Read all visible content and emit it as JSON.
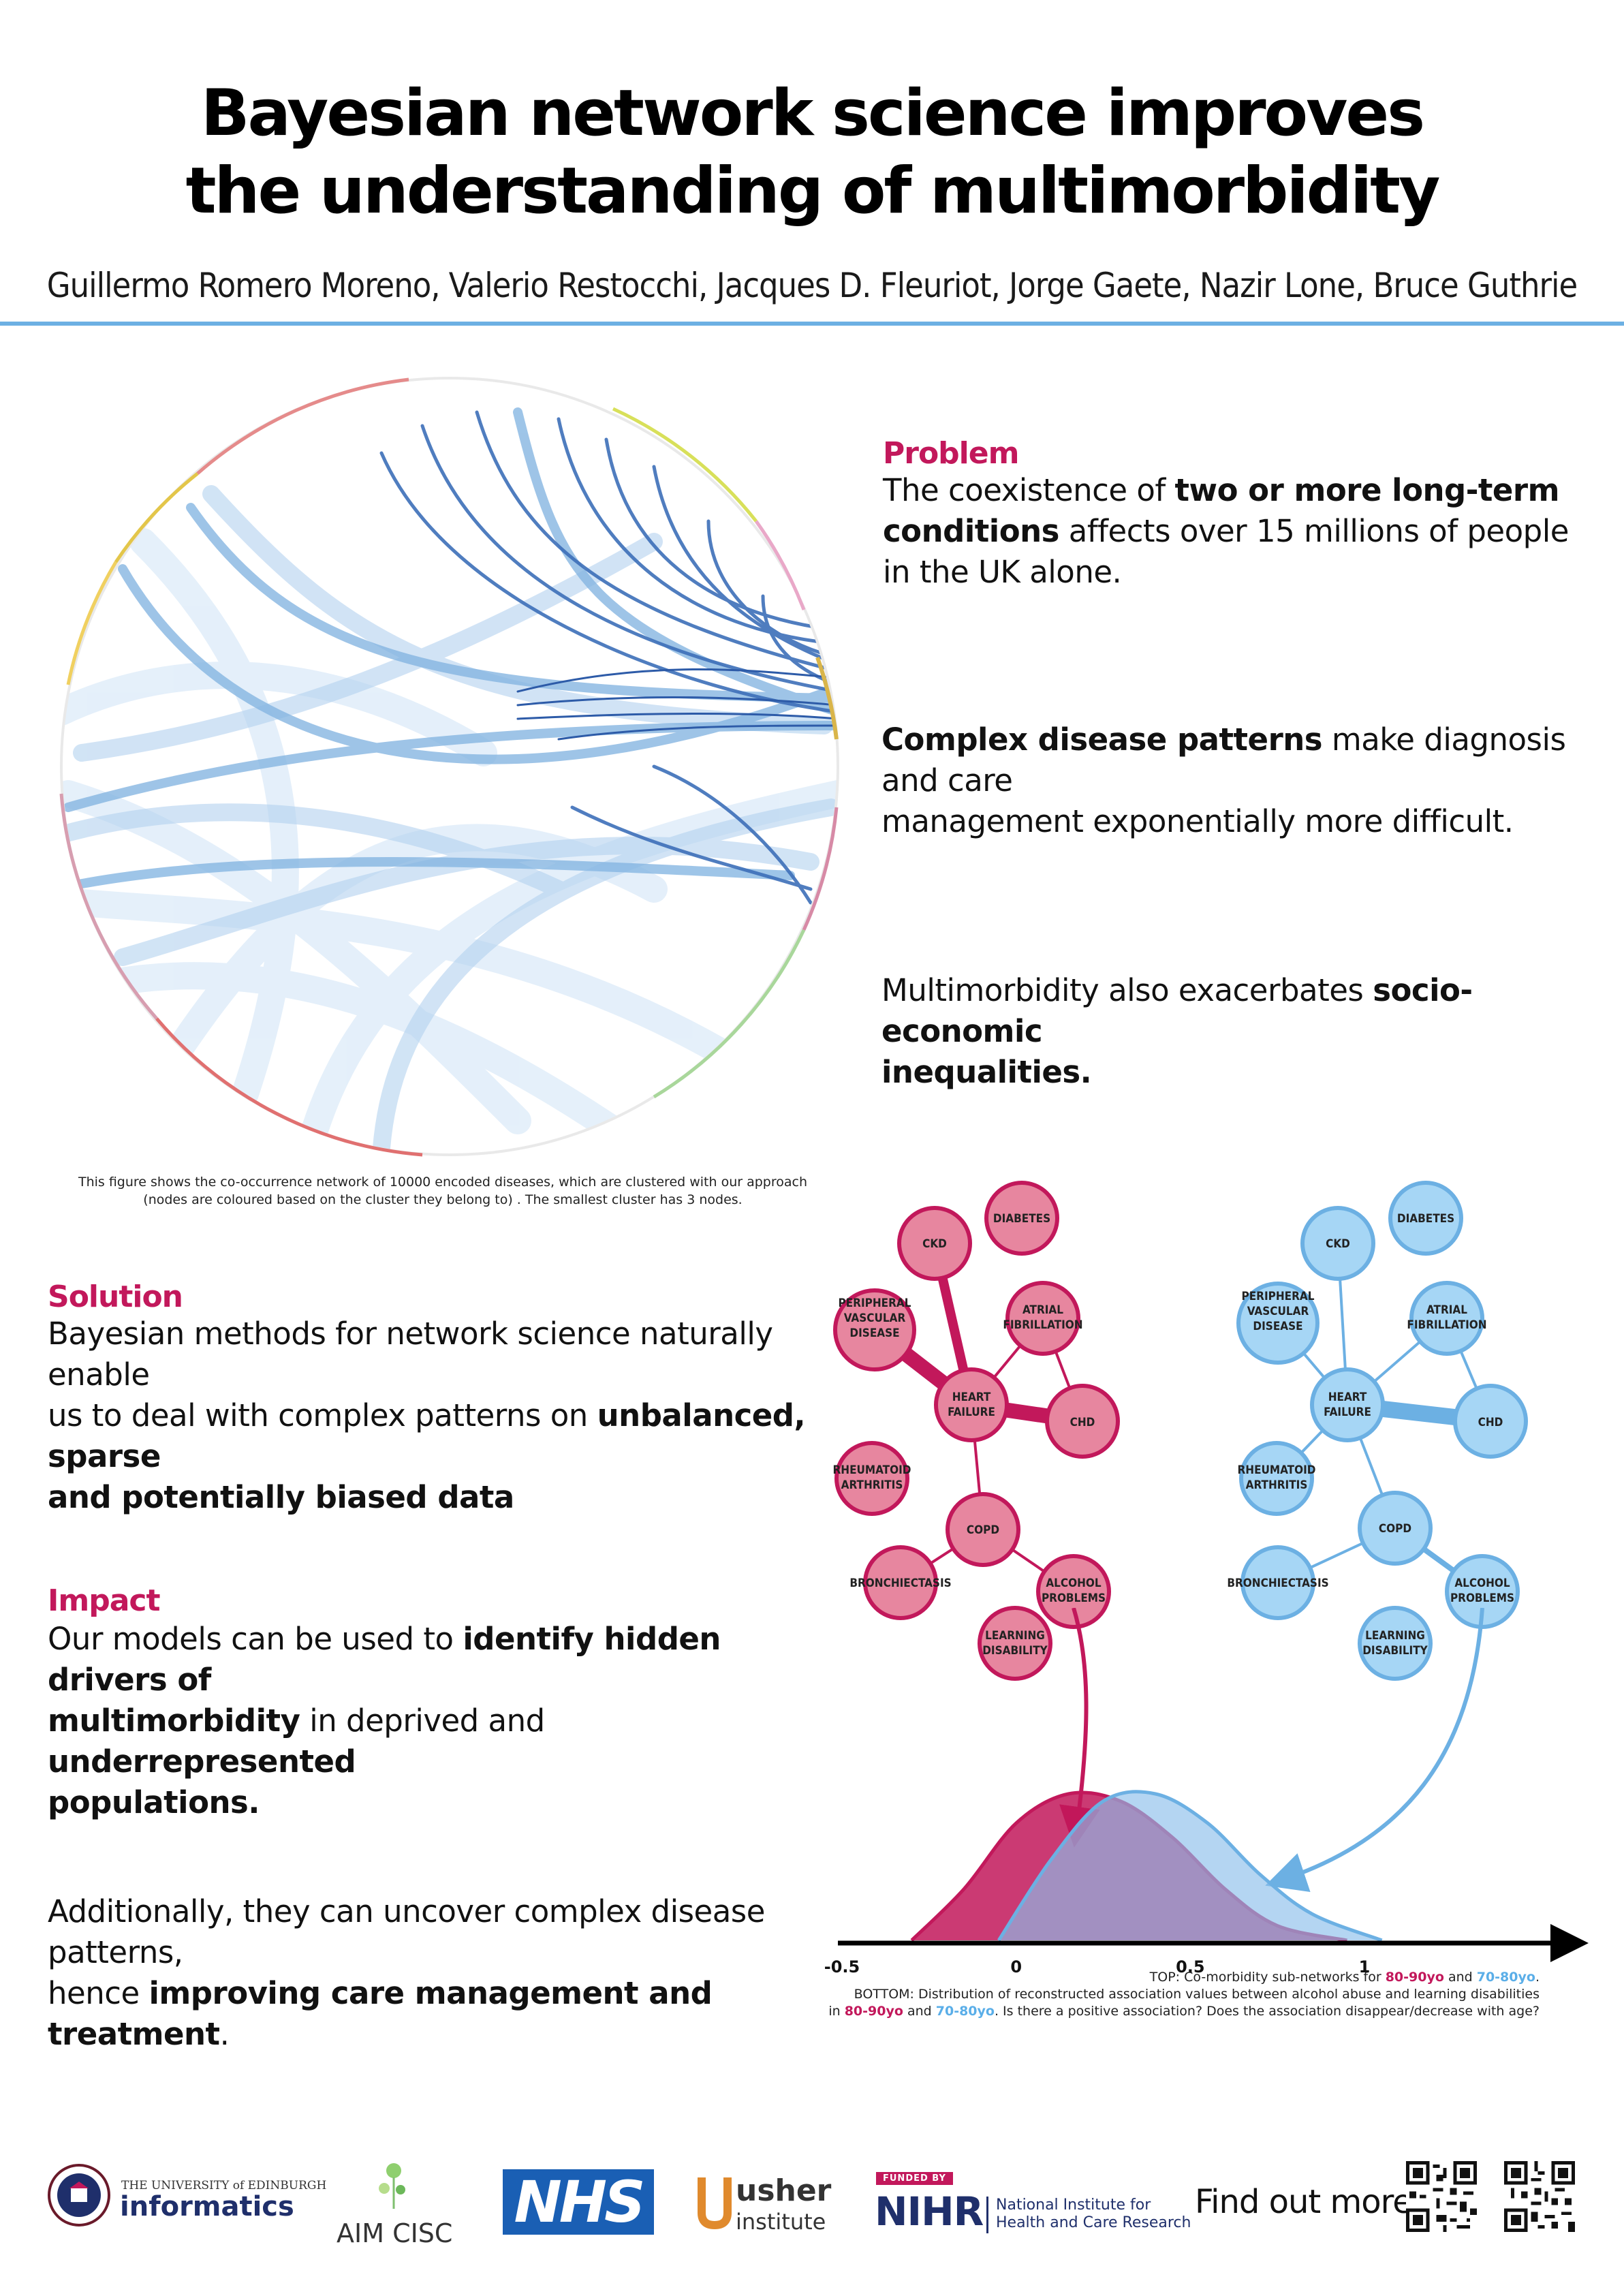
{
  "title": {
    "line1": "Bayesian network science improves",
    "line2": "the understanding of multimorbidity"
  },
  "authors": "Guillermo Romero Moreno, Valerio Restocchi, Jacques D. Fleuriot, Jorge Gaete, Nazir Lone, Bruce Guthrie",
  "colors": {
    "accent": "#c2185b",
    "blue": "#6cb0e3",
    "pink_fill": "#e7869f",
    "blue_fill": "#a6d6f5"
  },
  "network_figure": {
    "caption_line1": "This figure shows the co-occurrence network of 10000 encoded diseases, which are clustered with our approach",
    "caption_line2": "(nodes are coloured based on the cluster they belong to) . The smallest cluster has 3 nodes."
  },
  "problem": {
    "heading": "Problem",
    "p1_a": "The coexistence of ",
    "p1_b": "two or more long-term",
    "p1_c": "conditions",
    "p1_d": " affects over 15 millions of people",
    "p1_e": "in the UK alone.",
    "p2_a": "Complex disease patterns",
    "p2_b": " make diagnosis and care",
    "p2_c": "management exponentially more difficult.",
    "p3_a": "Multimorbidity also exacerbates ",
    "p3_b": "socio-economic",
    "p3_c": "inequalities."
  },
  "solution": {
    "heading": "Solution",
    "l1": "Bayesian methods for network science naturally enable",
    "l2a": "us to deal with complex patterns on ",
    "l2b": "unbalanced, sparse",
    "l3": "and potentially biased data"
  },
  "impact": {
    "heading": "Impact",
    "l1a": "Our models can be used to ",
    "l1b": "identify hidden drivers of",
    "l2a": "multimorbidity",
    "l2b": " in deprived and ",
    "l2c": "underrepresented",
    "l3": "populations."
  },
  "additionally": {
    "l1": "Additionally, they can uncover complex disease patterns,",
    "l2a": "hence ",
    "l2b": "improving care management and treatment",
    "l2c": "."
  },
  "subnetwork_nodes": {
    "diabetes": "DIABETES",
    "ckd": "CKD",
    "pvd": [
      "PERIPHERAL",
      "VASCULAR",
      "DISEASE"
    ],
    "af": [
      "ATRIAL",
      "FIBRILLATION"
    ],
    "hf": [
      "HEART",
      "FAILURE"
    ],
    "chd": "CHD",
    "ra": [
      "RHEUMATOID",
      "ARTHRITIS"
    ],
    "copd": "COPD",
    "bronch": "BRONCHIECTASIS",
    "alcohol": [
      "ALCOHOL",
      "PROBLEMS"
    ],
    "ld": [
      "LEARNING",
      "DISABILITY"
    ]
  },
  "chart_data": {
    "type": "area",
    "x_ticks": [
      "-0.5",
      "0",
      "0.5",
      "1"
    ],
    "series": [
      {
        "name": "80-90yo",
        "color": "#c2185b",
        "x": [
          -0.3,
          -0.15,
          0.0,
          0.15,
          0.3,
          0.45,
          0.6,
          0.75,
          0.95
        ],
        "y": [
          0.0,
          0.35,
          0.8,
          1.0,
          0.95,
          0.7,
          0.35,
          0.1,
          0.0
        ]
      },
      {
        "name": "70-80yo",
        "color": "#6cb0e3",
        "x": [
          -0.05,
          0.1,
          0.25,
          0.4,
          0.55,
          0.7,
          0.85,
          1.05
        ],
        "y": [
          0.0,
          0.55,
          0.95,
          1.0,
          0.8,
          0.45,
          0.18,
          0.0
        ]
      }
    ],
    "xlim": [
      -0.55,
      1.6
    ]
  },
  "legend": {
    "l1a": "TOP: Co-morbidity sub-networks for ",
    "l1b": "80-90yo",
    "l1c": " and ",
    "l1d": "70-80yo",
    "l1e": ".",
    "l2": "BOTTOM: Distribution of reconstructed association values between alcohol abuse and learning disabilities",
    "l3a": "in ",
    "l3b": "80-90yo",
    "l3c": " and ",
    "l3d": "70-80yo",
    "l3e": ". Is there a positive association? Does the association disappear/decrease with age?"
  },
  "footer": {
    "uoe_small": "THE UNIVERSITY of EDINBURGH",
    "uoe_big": "informatics",
    "aim": "AIM CISC",
    "nhs": "NHS",
    "usher1": "usher",
    "usher2": "institute",
    "nihr_funded": "FUNDED BY",
    "nihr": "NIHR",
    "nihr_line1": "National Institute for",
    "nihr_line2": "Health and Care Research",
    "find_out": "Find out more"
  }
}
